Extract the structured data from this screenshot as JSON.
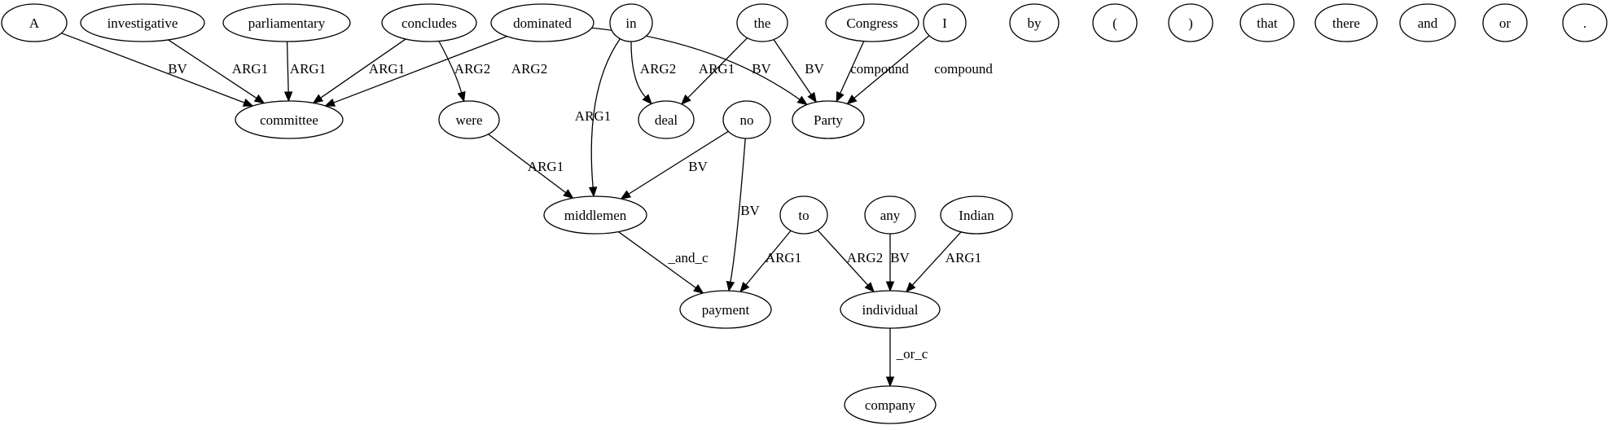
{
  "diagram": {
    "nodes": [
      {
        "id": "A",
        "label": "A"
      },
      {
        "id": "investigative",
        "label": "investigative"
      },
      {
        "id": "parliamentary",
        "label": "parliamentary"
      },
      {
        "id": "concludes",
        "label": "concludes"
      },
      {
        "id": "dominated",
        "label": "dominated"
      },
      {
        "id": "in",
        "label": "in"
      },
      {
        "id": "the",
        "label": "the"
      },
      {
        "id": "Congress",
        "label": "Congress"
      },
      {
        "id": "I",
        "label": "I"
      },
      {
        "id": "by",
        "label": "by"
      },
      {
        "id": "lparen",
        "label": "("
      },
      {
        "id": "rparen",
        "label": ")"
      },
      {
        "id": "that",
        "label": "that"
      },
      {
        "id": "there",
        "label": "there"
      },
      {
        "id": "and",
        "label": "and"
      },
      {
        "id": "or",
        "label": "or"
      },
      {
        "id": "period",
        "label": "."
      },
      {
        "id": "committee",
        "label": "committee"
      },
      {
        "id": "were",
        "label": "were"
      },
      {
        "id": "deal",
        "label": "deal"
      },
      {
        "id": "no",
        "label": "no"
      },
      {
        "id": "Party",
        "label": "Party"
      },
      {
        "id": "middlemen",
        "label": "middlemen"
      },
      {
        "id": "to",
        "label": "to"
      },
      {
        "id": "any",
        "label": "any"
      },
      {
        "id": "Indian",
        "label": "Indian"
      },
      {
        "id": "payment",
        "label": "payment"
      },
      {
        "id": "individual",
        "label": "individual"
      },
      {
        "id": "company",
        "label": "company"
      }
    ],
    "edges": [
      {
        "from": "A",
        "to": "committee",
        "label": "BV"
      },
      {
        "from": "investigative",
        "to": "committee",
        "label": "ARG1"
      },
      {
        "from": "parliamentary",
        "to": "committee",
        "label": "ARG1"
      },
      {
        "from": "concludes",
        "to": "committee",
        "label": "ARG1"
      },
      {
        "from": "concludes",
        "to": "were",
        "label": "ARG2"
      },
      {
        "from": "dominated",
        "to": "committee",
        "label": "ARG2"
      },
      {
        "from": "dominated",
        "to": "Party",
        "label": "ARG1"
      },
      {
        "from": "in",
        "to": "deal",
        "label": "ARG2"
      },
      {
        "from": "in",
        "to": "middlemen",
        "label": "ARG1"
      },
      {
        "from": "the",
        "to": "deal",
        "label": "BV"
      },
      {
        "from": "the",
        "to": "Party",
        "label": "BV"
      },
      {
        "from": "Congress",
        "to": "Party",
        "label": "compound"
      },
      {
        "from": "I",
        "to": "Party",
        "label": "compound"
      },
      {
        "from": "were",
        "to": "middlemen",
        "label": "ARG1"
      },
      {
        "from": "no",
        "to": "middlemen",
        "label": "BV"
      },
      {
        "from": "no",
        "to": "payment",
        "label": "BV"
      },
      {
        "from": "middlemen",
        "to": "payment",
        "label": "_and_c"
      },
      {
        "from": "to",
        "to": "payment",
        "label": "ARG1"
      },
      {
        "from": "to",
        "to": "individual",
        "label": "ARG2"
      },
      {
        "from": "any",
        "to": "individual",
        "label": "BV"
      },
      {
        "from": "Indian",
        "to": "individual",
        "label": "ARG1"
      },
      {
        "from": "individual",
        "to": "company",
        "label": "_or_c"
      }
    ]
  }
}
